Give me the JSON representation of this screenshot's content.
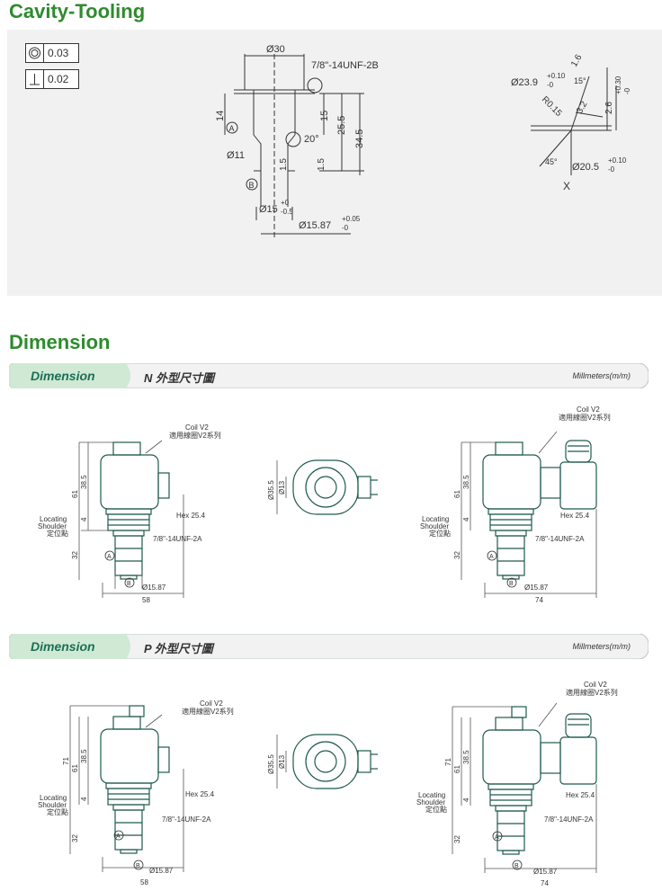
{
  "cavity": {
    "title": "Cavity-Tooling",
    "tolerances": [
      {
        "icon": "circularity-icon",
        "value": "0.03"
      },
      {
        "icon": "perpendicularity-icon",
        "value": "0.02"
      }
    ],
    "labels": {
      "d30": "Ø30",
      "thread": "7/8\"-14UNF-2B",
      "h14": "14",
      "h15": "15",
      "h25_5": "25.5",
      "h34_5": "34.5",
      "angle20": "20°",
      "d11": "Ø11",
      "h1_5a": "1.5",
      "h1_5b": "1.5",
      "d15": "Ø15",
      "d15_tol_up": "+0",
      "d15_tol_down": "-0.5",
      "d15_87": "Ø15.87",
      "d15_87_tol_up": "+0.05",
      "d15_87_tol_down": "-0",
      "datum_a": "A",
      "datum_b": "B"
    },
    "detail": {
      "d23_9": "Ø23.9",
      "d23_9_tol_up": "+0.10",
      "d23_9_tol_down": "-0",
      "r1_6": "1.6",
      "angle15": "15°",
      "r0_15": "R0.15",
      "r3_2": "3.2",
      "h2_6": "2.6",
      "h2_6_tol_up": "+0.30",
      "h2_6_tol_down": "-0",
      "angle45": "45°",
      "d20_5": "Ø20.5",
      "d20_5_tol_up": "+0.10",
      "d20_5_tol_down": "-0",
      "x_label": "X"
    }
  },
  "dimension": {
    "title": "Dimension",
    "banners": [
      {
        "tab": "Dimension",
        "title": "N 外型尺寸圖",
        "unit": "Millmeters(m/m)"
      },
      {
        "tab": "Dimension",
        "title": "P 外型尺寸圖",
        "unit": "Millmeters(m/m)"
      }
    ],
    "coil_label_1": "Coil V2",
    "coil_label_2": "適用線圈V2系列",
    "locating_1": "Locating",
    "locating_2": "Shoulder",
    "locating_3": "定位點",
    "hex": "Hex 25.4",
    "thread": "7/8\"-14UNF-2A",
    "d15_87": "Ø15.87",
    "h61": "61",
    "h71": "71",
    "h38_5": "38.5",
    "h4": "4",
    "h32": "32",
    "w58": "58",
    "w74": "74",
    "d35_5": "Ø35.5",
    "d13": "Ø13",
    "datum_a": "A",
    "datum_b": "B"
  }
}
